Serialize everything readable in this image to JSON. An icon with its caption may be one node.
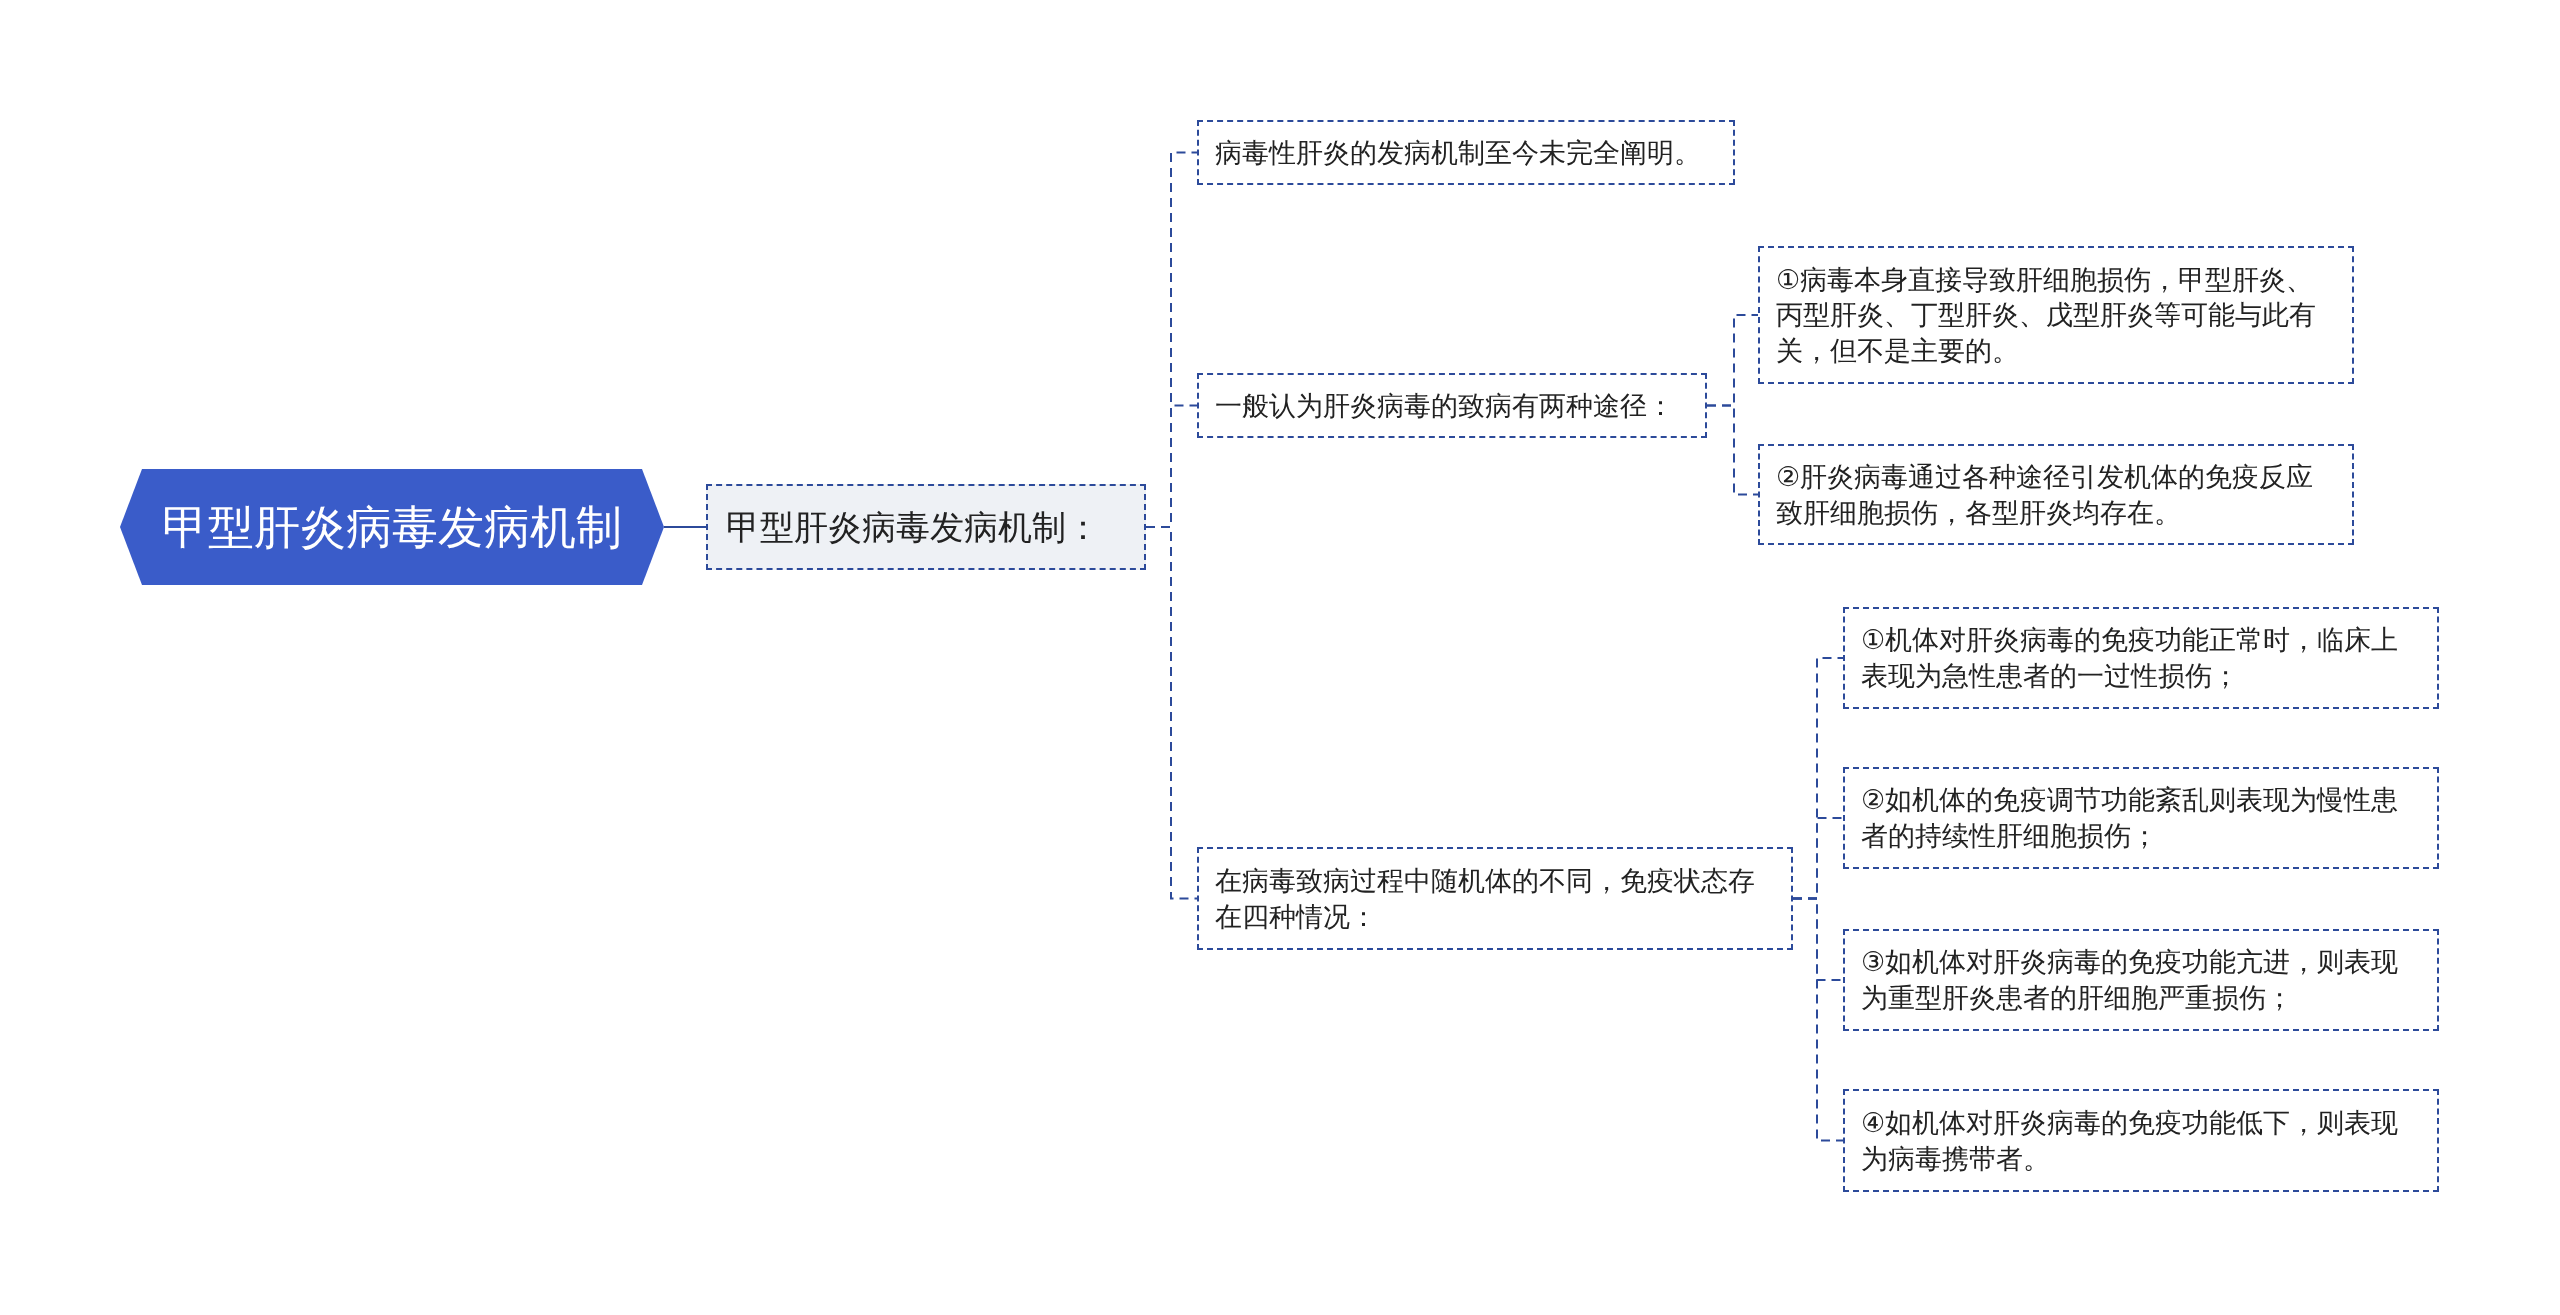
{
  "diagram": {
    "nodes": [
      {
        "text": [
          "甲型肝炎病毒发病机制"
        ]
      },
      {
        "text": [
          "甲型肝炎病毒发病机制："
        ]
      },
      {
        "text": [
          "病毒性肝炎的发病机制至今未完全阐明。"
        ]
      },
      {
        "text": [
          "一般认为肝炎病毒的致病有两种途径："
        ]
      },
      {
        "text": [
          "①病毒本身直接导致肝细胞损伤，甲型肝炎、丙型肝炎、丁型肝炎、戊型肝炎等可能与此有关，但不是主要的。"
        ]
      },
      {
        "text": [
          "②肝炎病毒通过各种途径引发机体的免疫反应致肝细胞损伤，各型肝炎均存在。"
        ]
      },
      {
        "text": [
          "在病毒致病过程中随机体的不同，免疫状态存在四种情况："
        ]
      },
      {
        "text": [
          "①机体对肝炎病毒的免疫功能正常时，临床上表现为急性患者的一过性损伤；"
        ]
      },
      {
        "text": [
          "②如机体的免疫调节功能紊乱则表现为慢性患者的持续性肝细胞损伤；"
        ]
      },
      {
        "text": [
          "③如机体对肝炎病毒的免疫功能亢进，则表现为重型肝炎患者的肝细胞严重损伤；"
        ]
      },
      {
        "text": [
          "④如机体对肝炎病毒的免疫功能低下，则表现为病毒携带者。"
        ]
      }
    ],
    "edges": [
      {
        "from": 0,
        "to": 1,
        "arrow": "none"
      },
      {
        "from": 1,
        "to": 2,
        "arrow": "none",
        "style": "dashed"
      },
      {
        "from": 1,
        "to": 3,
        "arrow": "none",
        "style": "dashed"
      },
      {
        "from": 3,
        "to": 4,
        "arrow": "none",
        "style": "dashed"
      },
      {
        "from": 3,
        "to": 5,
        "arrow": "none",
        "style": "dashed"
      },
      {
        "from": 1,
        "to": 6,
        "arrow": "none",
        "style": "dashed"
      },
      {
        "from": 6,
        "to": 7,
        "arrow": "none",
        "style": "dashed"
      },
      {
        "from": 6,
        "to": 8,
        "arrow": "none",
        "style": "dashed"
      },
      {
        "from": 6,
        "to": 9,
        "arrow": "none",
        "style": "dashed"
      },
      {
        "from": 6,
        "to": 10,
        "arrow": "none",
        "style": "dashed"
      }
    ]
  }
}
